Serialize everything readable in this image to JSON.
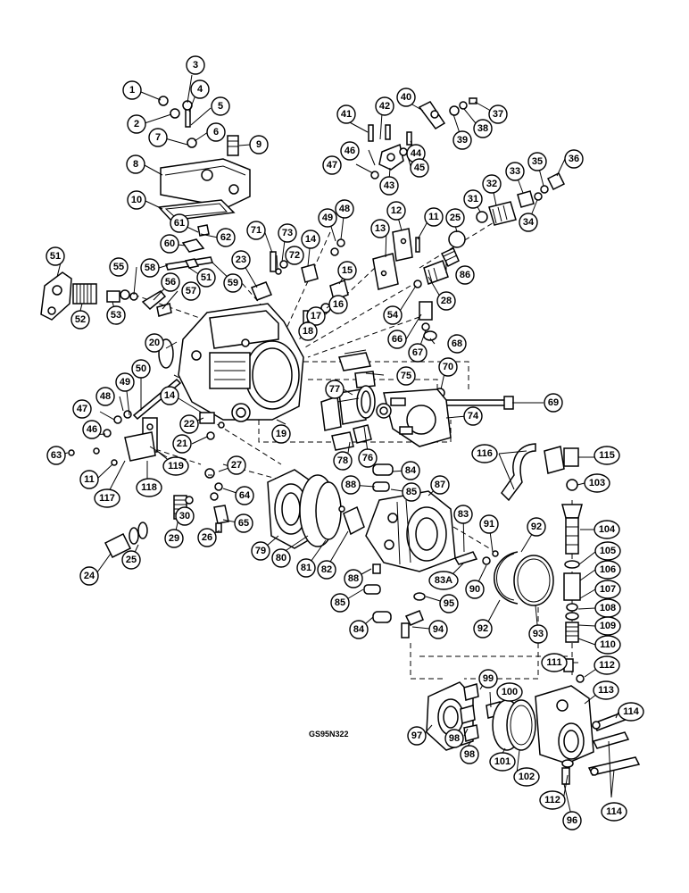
{
  "figure": {
    "code": "GS95N322",
    "callouts": [
      {
        "id": "1",
        "label": "1"
      },
      {
        "id": "2",
        "label": "2"
      },
      {
        "id": "3",
        "label": "3"
      },
      {
        "id": "4",
        "label": "4"
      },
      {
        "id": "5",
        "label": "5"
      },
      {
        "id": "6",
        "label": "6"
      },
      {
        "id": "7",
        "label": "7"
      },
      {
        "id": "8",
        "label": "8"
      },
      {
        "id": "9",
        "label": "9"
      },
      {
        "id": "10",
        "label": "10"
      },
      {
        "id": "11a",
        "label": "11"
      },
      {
        "id": "11b",
        "label": "11"
      },
      {
        "id": "12",
        "label": "12"
      },
      {
        "id": "13",
        "label": "13"
      },
      {
        "id": "14a",
        "label": "14"
      },
      {
        "id": "14b",
        "label": "14"
      },
      {
        "id": "15",
        "label": "15"
      },
      {
        "id": "16",
        "label": "16"
      },
      {
        "id": "17",
        "label": "17"
      },
      {
        "id": "18",
        "label": "18"
      },
      {
        "id": "19",
        "label": "19"
      },
      {
        "id": "20",
        "label": "20"
      },
      {
        "id": "21",
        "label": "21"
      },
      {
        "id": "22",
        "label": "22"
      },
      {
        "id": "23",
        "label": "23"
      },
      {
        "id": "24",
        "label": "24"
      },
      {
        "id": "25a",
        "label": "25"
      },
      {
        "id": "25b",
        "label": "25"
      },
      {
        "id": "26",
        "label": "26"
      },
      {
        "id": "27",
        "label": "27"
      },
      {
        "id": "28",
        "label": "28"
      },
      {
        "id": "29",
        "label": "29"
      },
      {
        "id": "30",
        "label": "30"
      },
      {
        "id": "31",
        "label": "31"
      },
      {
        "id": "32",
        "label": "32"
      },
      {
        "id": "33",
        "label": "33"
      },
      {
        "id": "34",
        "label": "34"
      },
      {
        "id": "35",
        "label": "35"
      },
      {
        "id": "36",
        "label": "36"
      },
      {
        "id": "37",
        "label": "37"
      },
      {
        "id": "38",
        "label": "38"
      },
      {
        "id": "39",
        "label": "39"
      },
      {
        "id": "40",
        "label": "40"
      },
      {
        "id": "41",
        "label": "41"
      },
      {
        "id": "42",
        "label": "42"
      },
      {
        "id": "43",
        "label": "43"
      },
      {
        "id": "44",
        "label": "44"
      },
      {
        "id": "45",
        "label": "45"
      },
      {
        "id": "46a",
        "label": "46"
      },
      {
        "id": "46b",
        "label": "46"
      },
      {
        "id": "47a",
        "label": "47"
      },
      {
        "id": "47b",
        "label": "47"
      },
      {
        "id": "48a",
        "label": "48"
      },
      {
        "id": "48b",
        "label": "48"
      },
      {
        "id": "49a",
        "label": "49"
      },
      {
        "id": "49b",
        "label": "49"
      },
      {
        "id": "50",
        "label": "50"
      },
      {
        "id": "51a",
        "label": "51"
      },
      {
        "id": "51b",
        "label": "51"
      },
      {
        "id": "52",
        "label": "52"
      },
      {
        "id": "53",
        "label": "53"
      },
      {
        "id": "54",
        "label": "54"
      },
      {
        "id": "55",
        "label": "55"
      },
      {
        "id": "56",
        "label": "56"
      },
      {
        "id": "57",
        "label": "57"
      },
      {
        "id": "58",
        "label": "58"
      },
      {
        "id": "59",
        "label": "59"
      },
      {
        "id": "60",
        "label": "60"
      },
      {
        "id": "61",
        "label": "61"
      },
      {
        "id": "62",
        "label": "62"
      },
      {
        "id": "63",
        "label": "63"
      },
      {
        "id": "64",
        "label": "64"
      },
      {
        "id": "65",
        "label": "65"
      },
      {
        "id": "66",
        "label": "66"
      },
      {
        "id": "67",
        "label": "67"
      },
      {
        "id": "68",
        "label": "68"
      },
      {
        "id": "69",
        "label": "69"
      },
      {
        "id": "70",
        "label": "70"
      },
      {
        "id": "71",
        "label": "71"
      },
      {
        "id": "72",
        "label": "72"
      },
      {
        "id": "73",
        "label": "73"
      },
      {
        "id": "74",
        "label": "74"
      },
      {
        "id": "75",
        "label": "75"
      },
      {
        "id": "76",
        "label": "76"
      },
      {
        "id": "77",
        "label": "77"
      },
      {
        "id": "78",
        "label": "78"
      },
      {
        "id": "79",
        "label": "79"
      },
      {
        "id": "80",
        "label": "80"
      },
      {
        "id": "81",
        "label": "81"
      },
      {
        "id": "82",
        "label": "82"
      },
      {
        "id": "83",
        "label": "83"
      },
      {
        "id": "83A",
        "label": "83A"
      },
      {
        "id": "84a",
        "label": "84"
      },
      {
        "id": "84b",
        "label": "84"
      },
      {
        "id": "85a",
        "label": "85"
      },
      {
        "id": "85b",
        "label": "85"
      },
      {
        "id": "86",
        "label": "86"
      },
      {
        "id": "87",
        "label": "87"
      },
      {
        "id": "88a",
        "label": "88"
      },
      {
        "id": "88b",
        "label": "88"
      },
      {
        "id": "90",
        "label": "90"
      },
      {
        "id": "91",
        "label": "91"
      },
      {
        "id": "92a",
        "label": "92"
      },
      {
        "id": "92b",
        "label": "92"
      },
      {
        "id": "93",
        "label": "93"
      },
      {
        "id": "94",
        "label": "94"
      },
      {
        "id": "95",
        "label": "95"
      },
      {
        "id": "96",
        "label": "96"
      },
      {
        "id": "97",
        "label": "97"
      },
      {
        "id": "98a",
        "label": "98"
      },
      {
        "id": "98b",
        "label": "98"
      },
      {
        "id": "99",
        "label": "99"
      },
      {
        "id": "100",
        "label": "100"
      },
      {
        "id": "101",
        "label": "101"
      },
      {
        "id": "102",
        "label": "102"
      },
      {
        "id": "103",
        "label": "103"
      },
      {
        "id": "104",
        "label": "104"
      },
      {
        "id": "105",
        "label": "105"
      },
      {
        "id": "106",
        "label": "106"
      },
      {
        "id": "107",
        "label": "107"
      },
      {
        "id": "108",
        "label": "108"
      },
      {
        "id": "109",
        "label": "109"
      },
      {
        "id": "110",
        "label": "110"
      },
      {
        "id": "111",
        "label": "111"
      },
      {
        "id": "112a",
        "label": "112"
      },
      {
        "id": "112b",
        "label": "112"
      },
      {
        "id": "113",
        "label": "113"
      },
      {
        "id": "114a",
        "label": "114"
      },
      {
        "id": "114b",
        "label": "114"
      },
      {
        "id": "115",
        "label": "115"
      },
      {
        "id": "116",
        "label": "116"
      },
      {
        "id": "117",
        "label": "117"
      },
      {
        "id": "118",
        "label": "118"
      },
      {
        "id": "119",
        "label": "119"
      }
    ]
  }
}
